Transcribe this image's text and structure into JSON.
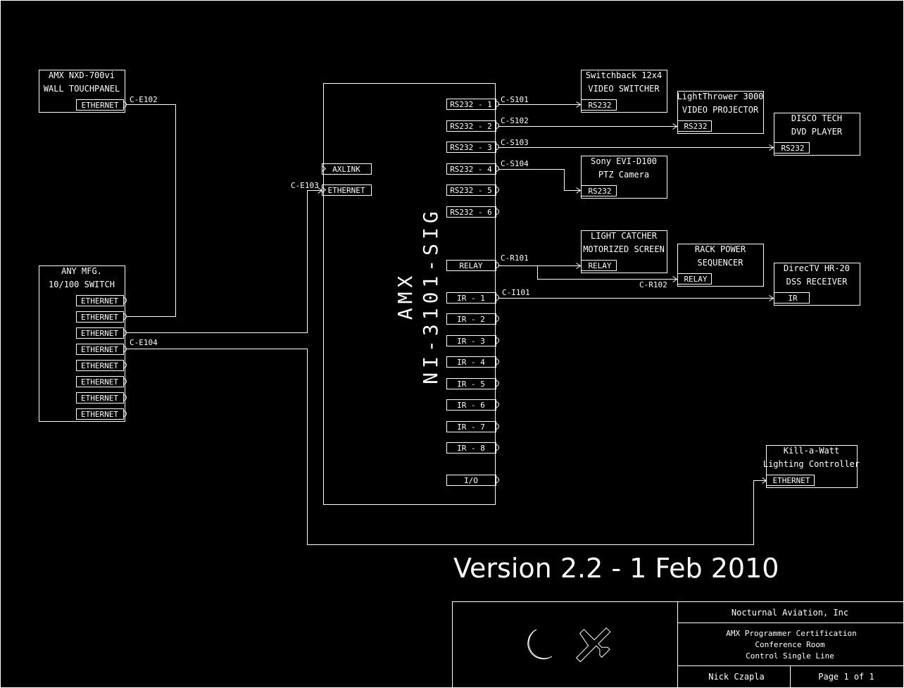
{
  "devices": {
    "touchpanel": {
      "name1": "AMX NXD-700vi",
      "name2": "WALL TOUCHPANEL",
      "port": "ETHERNET"
    },
    "switch": {
      "name1": "ANY MFG.",
      "name2": "10/100 SWITCH",
      "port": "ETHERNET"
    },
    "switcher": {
      "name1": "Switchback 12x4",
      "name2": "VIDEO SWITCHER",
      "port": "RS232"
    },
    "projector": {
      "name1": "LightThrower 3000",
      "name2": "VIDEO PROJECTOR",
      "port": "RS232"
    },
    "dvd": {
      "name1": "DISCO TECH",
      "name2": "DVD PLAYER",
      "port": "RS232"
    },
    "camera": {
      "name1": "Sony EVI-D100",
      "name2": "PTZ Camera",
      "port": "RS232"
    },
    "screen": {
      "name1": "LIGHT CATCHER",
      "name2": "MOTORIZED SCREEN",
      "port": "RELAY"
    },
    "sequencer": {
      "name1": "RACK POWER",
      "name2": "SEQUENCER",
      "port": "RELAY"
    },
    "dss": {
      "name1": "DirecTV HR-20",
      "name2": "DSS RECEIVER",
      "port": "IR"
    },
    "lighting": {
      "name1": "Kill-a-Watt",
      "name2": "Lighting Controller",
      "port": "ETHERNET"
    }
  },
  "controller": {
    "line1": "AMX",
    "line2": "NI-3101-SIG",
    "left_ports": [
      "AXLINK",
      "ETHERNET"
    ],
    "right_ports": [
      "RS232 - 1",
      "RS232 - 2",
      "RS232 - 3",
      "RS232 - 4",
      "RS232 - 5",
      "RS232 - 6",
      "RELAY",
      "IR - 1",
      "IR - 2",
      "IR - 3",
      "IR - 4",
      "IR - 5",
      "IR - 6",
      "IR - 7",
      "IR - 8",
      "I/O"
    ]
  },
  "cables": {
    "e102": "C-E102",
    "e103": "C-E103",
    "e104": "C-E104",
    "s101": "C-S101",
    "s102": "C-S102",
    "s103": "C-S103",
    "s104": "C-S104",
    "r101": "C-R101",
    "r102": "C-R102",
    "i101": "C-I101"
  },
  "version": "Version 2.2 - 1 Feb 2010",
  "titleblock": {
    "company": "Nocturnal Aviation, Inc",
    "desc1": "AMX Programmer Certification",
    "desc2": "Conference Room",
    "desc3": "Control Single Line",
    "author": "Nick Czapla",
    "page": "Page 1 of 1"
  }
}
